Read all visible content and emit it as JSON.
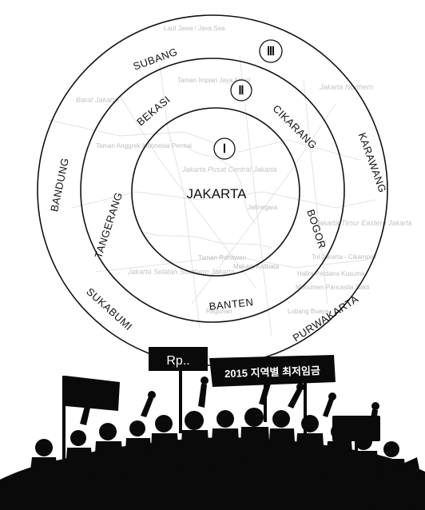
{
  "diagram": {
    "center": "JAKARTA",
    "zones": [
      {
        "numeral": "Ⅰ",
        "regions": [
          "JAKARTA"
        ]
      },
      {
        "numeral": "Ⅱ",
        "regions": [
          "BEKASI",
          "CIKARANG",
          "BOGOR",
          "BANTEN",
          "TANGERANG"
        ]
      },
      {
        "numeral": "Ⅲ",
        "regions": [
          "SUBANG",
          "KARAWANG",
          "PURWAKARTA",
          "SUKABUMI",
          "BANDUNG"
        ]
      }
    ]
  },
  "map_background": {
    "labels": [
      "Laut Jawa / Java Sea",
      "Taman Impian Jaya Ancol",
      "Barat Jakarta",
      "Jakarta Northern",
      "Taman Anggrek Indonesia Permai",
      "Jakarta Pusat Central Jakarta",
      "Jatinegara",
      "Jakarta Timur Eastern Jakarta",
      "Taman Rahawan",
      "Jakarta Selatan Southern Jakarta",
      "Makam Kalibata",
      "Tol Jakarta - Cikampek",
      "Halim Perdana Kusuma",
      "Monumen Pancasila Sakti",
      "Lubang Buaya",
      "Ragunan"
    ]
  },
  "banner": {
    "sign_left": "Rp..",
    "sign_right": "2015 지역별 최저임금"
  }
}
